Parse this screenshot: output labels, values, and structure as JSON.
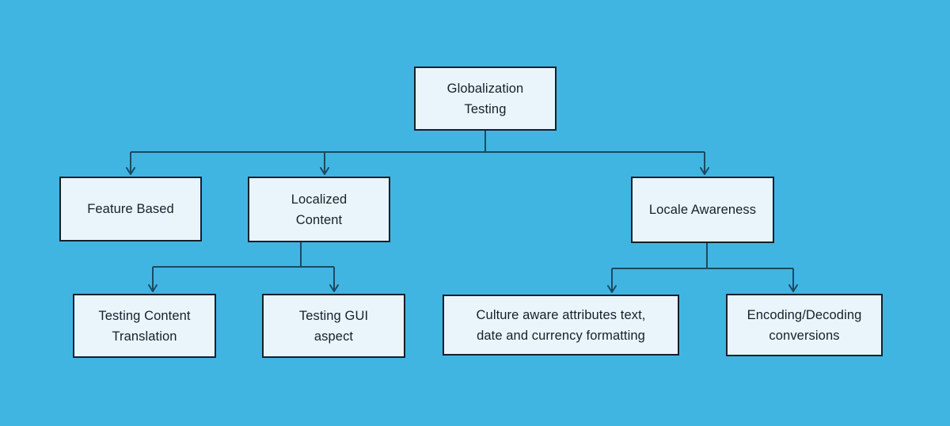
{
  "diagram": {
    "title": "Globalization Testing",
    "type": "tree-flowchart",
    "colors": {
      "background": "#41b5e1",
      "node_fill": "#e9f5fb",
      "node_border": "#13202c",
      "connector": "#1b4a63",
      "text": "#16202a"
    },
    "nodes": {
      "globalization_testing": {
        "lines": [
          "Globalization",
          "Testing"
        ]
      },
      "feature_based": {
        "lines": [
          "Feature Based"
        ]
      },
      "localized_content": {
        "lines": [
          "Localized",
          "Content"
        ]
      },
      "locale_awareness": {
        "lines": [
          "Locale Awareness"
        ]
      },
      "testing_content_translation": {
        "lines": [
          "Testing Content",
          "Translation"
        ]
      },
      "testing_gui_aspect": {
        "lines": [
          "Testing GUI",
          "aspect"
        ]
      },
      "culture_aware_attributes": {
        "lines": [
          "Culture aware attributes text,",
          "date and currency formatting"
        ]
      },
      "encoding_decoding_conversions": {
        "lines": [
          "Encoding/Decoding",
          "conversions"
        ]
      }
    },
    "edges": [
      {
        "from": "globalization-testing",
        "to": "feature-based"
      },
      {
        "from": "globalization-testing",
        "to": "localized-content"
      },
      {
        "from": "globalization-testing",
        "to": "locale-awareness"
      },
      {
        "from": "localized-content",
        "to": "testing-content-translation"
      },
      {
        "from": "localized-content",
        "to": "testing-gui-aspect"
      },
      {
        "from": "locale-awareness",
        "to": "culture-aware-attributes"
      },
      {
        "from": "locale-awareness",
        "to": "encoding-decoding-conversions"
      }
    ]
  }
}
